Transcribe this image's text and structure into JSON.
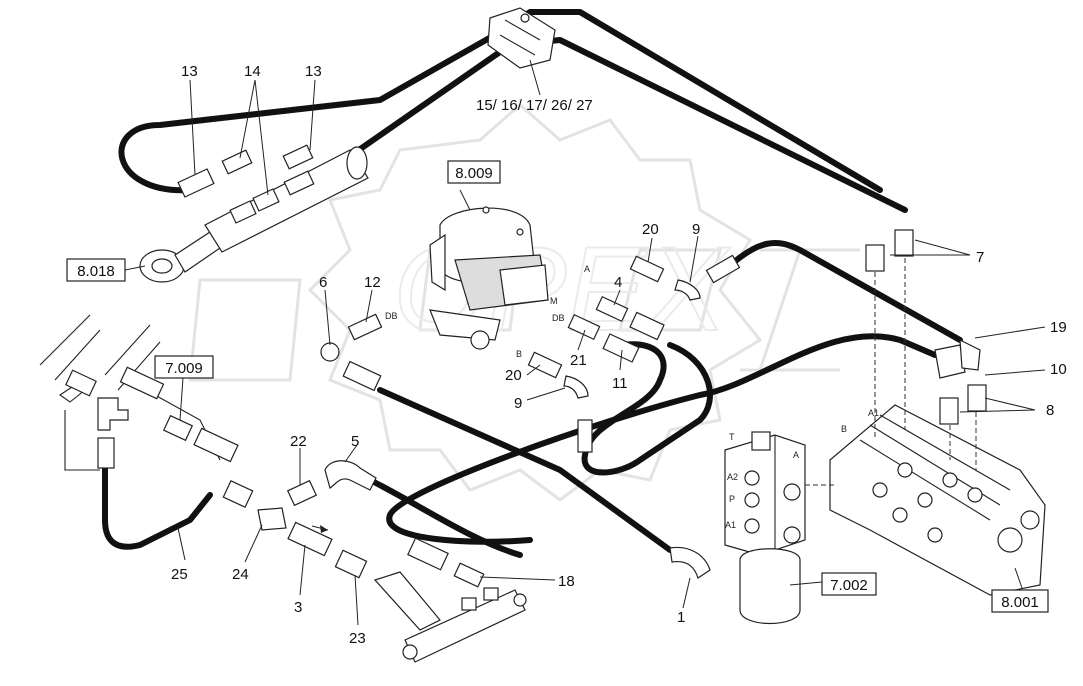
{
  "callouts": {
    "c13a": "13",
    "c14": "14",
    "c13b": "13",
    "c15": "15/ 16/ 17/ 26/ 27",
    "c20a": "20",
    "c9a": "9",
    "c7": "7",
    "c6": "6",
    "c12": "12",
    "c4": "4",
    "c19": "19",
    "c21": "21",
    "c11": "11",
    "c20b": "20",
    "c9b": "9",
    "c10": "10",
    "c8": "8",
    "c22": "22",
    "c5": "5",
    "c25": "25",
    "c24": "24",
    "c3": "3",
    "c23": "23",
    "c18": "18",
    "c1": "1"
  },
  "boxes": {
    "b8009": "8.009",
    "b8018": "8.018",
    "b7009": "7.009",
    "b7002": "7.002",
    "b8001": "8.001"
  },
  "ports": {
    "pA": "A",
    "pDB1": "DB",
    "pM": "M",
    "pDB2": "DB",
    "pB": "B",
    "pT": "T",
    "pA2": "A2",
    "pP": "P",
    "pA1": "A1",
    "pA_acc": "A",
    "pA1v": "A1",
    "pBv": "B"
  },
  "watermark": {
    "text": "OPEX"
  },
  "colors": {
    "ink": "#111111",
    "watermark": "#e3e3e3",
    "background": "#ffffff"
  }
}
